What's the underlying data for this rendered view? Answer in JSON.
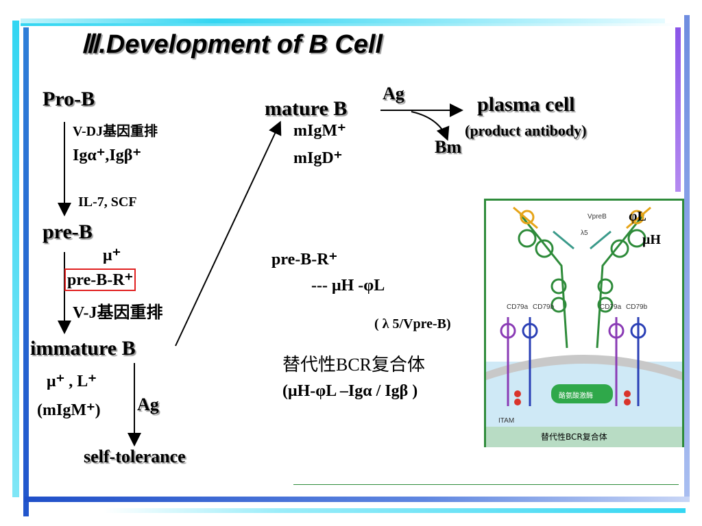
{
  "title": "Ⅲ.Development of B Cell",
  "colors": {
    "bar_cyan": "#33d6f2",
    "bar_blue": "#2255cc",
    "bar_purple": "#9966ee",
    "highlight_box": "#e02020"
  },
  "left_flow": {
    "pro_b": "Pro-B",
    "pro_b_note1": "V-DJ基因重排",
    "pro_b_note2": "Igα⁺,Igβ⁺",
    "cytokines": "IL-7, SCF",
    "pre_b": "pre-B",
    "pre_b_note1": "μ⁺",
    "pre_b_note2": "pre-B-R⁺",
    "pre_b_note3": "V-J基因重排",
    "immature_b": "immature B",
    "immature_note1": "μ⁺ , L⁺",
    "immature_note2": "(mIgM⁺)",
    "ag_lower": "Ag",
    "self_tolerance": "self-tolerance"
  },
  "top_flow": {
    "mature_b": "mature B",
    "mature_note1": "mIgM⁺",
    "mature_note2": "mIgD⁺",
    "ag_upper": "Ag",
    "plasma_cell": "plasma cell",
    "plasma_note": "(product antibody)",
    "bm": "Bm"
  },
  "middle_notes": {
    "pre_b_r": "pre-B-R⁺",
    "pre_b_r_composition": "--- μH -φL",
    "lambda_note": "( λ 5/Vpre-B)",
    "surrogate_bcr": "替代性BCR复合体",
    "surrogate_composition": "(μH-φL –Igα / Igβ )"
  },
  "figure": {
    "label_phi_l": "φL",
    "label_mu_h": "μH",
    "label_vpreb": "VpreB",
    "label_lambda5": "λ5",
    "label_cd79a_left": "CD79a",
    "label_cd79b_left": "CD79b",
    "label_cd79a_right": "CD79a",
    "label_cd79b_right": "CD79b",
    "label_itam": "ITAM",
    "label_kinase": "酪氨酸激酶",
    "caption": "替代性BCR复合体"
  }
}
